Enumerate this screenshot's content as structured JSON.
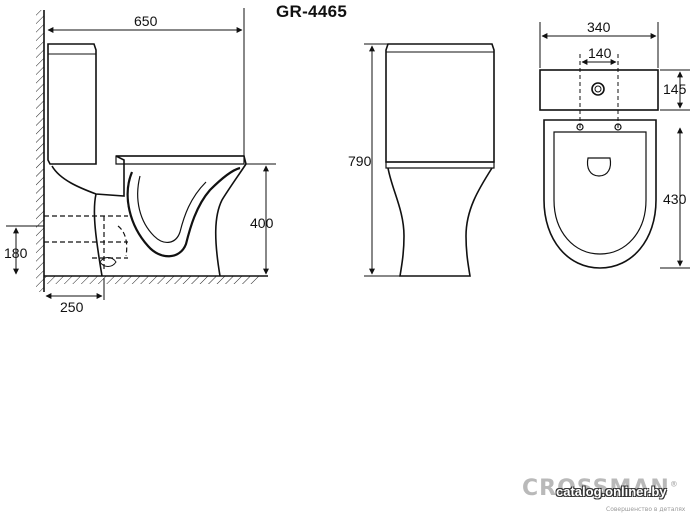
{
  "model": "GR-4465",
  "dimensions": {
    "depth": "650",
    "height_total": "790",
    "width": "340",
    "hole_spacing": "140",
    "tank_depth": "145",
    "bowl_length": "430",
    "seat_height": "400",
    "outlet_height": "180",
    "outlet_offset": "250"
  },
  "brand": "CROSSMAN",
  "brand_mark": "®",
  "tagline": "Совершенство в деталях",
  "watermark": "catalog.onliner.by",
  "colors": {
    "line": "#111111",
    "brand": "#b9b9b9"
  }
}
